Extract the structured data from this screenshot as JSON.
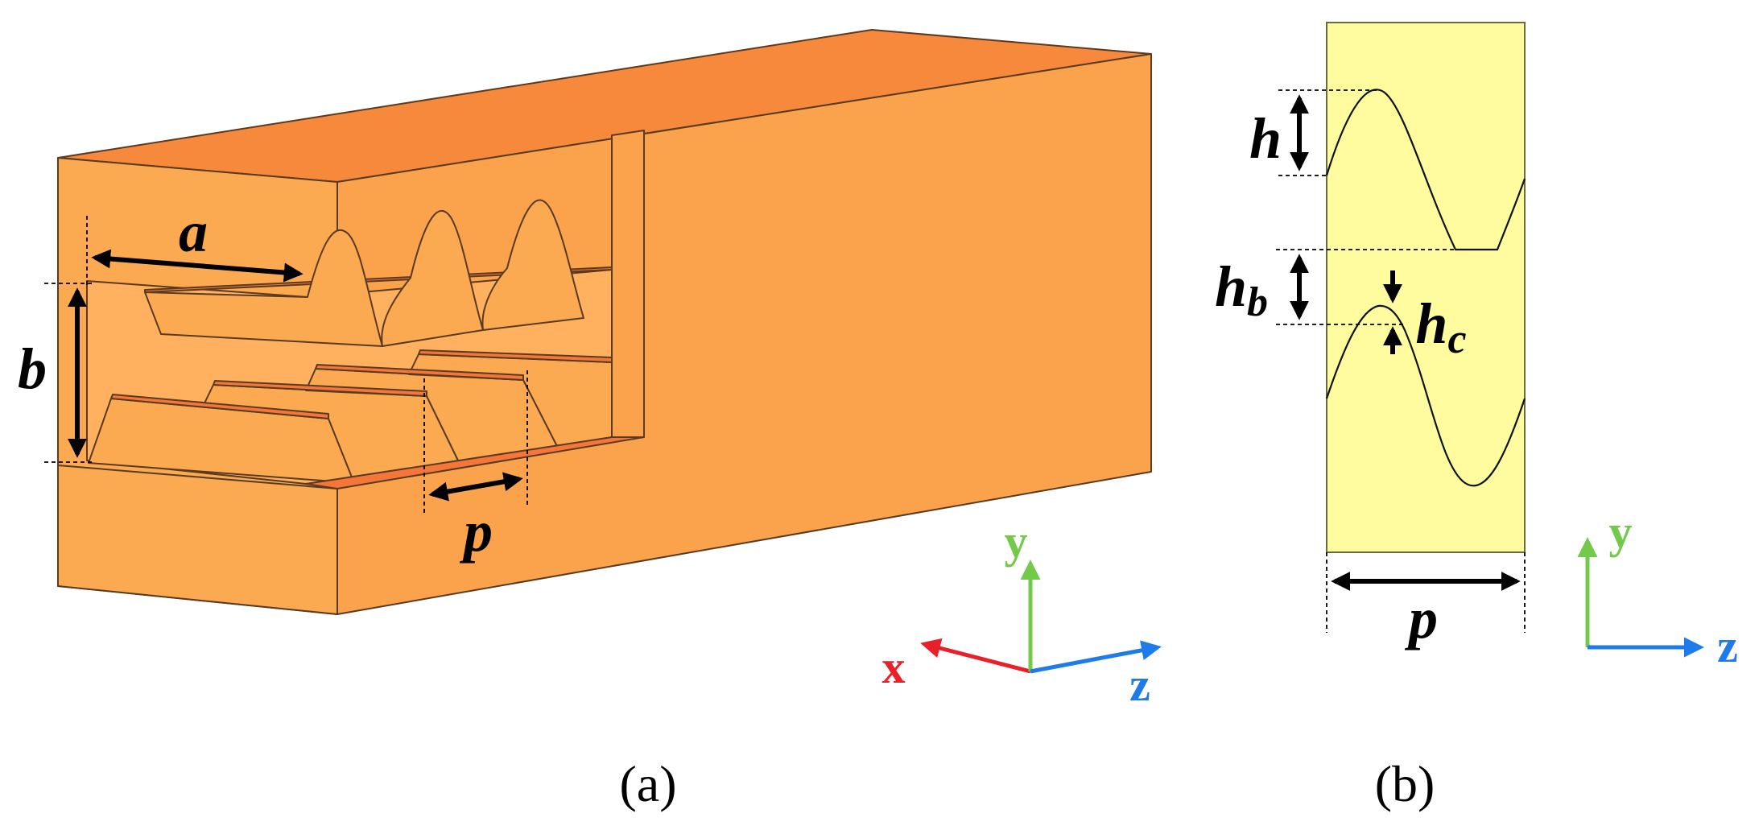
{
  "panel_a": {
    "labels": {
      "a": "a",
      "b": "b",
      "p": "p"
    },
    "axes": {
      "x": "x",
      "y": "y",
      "z": "z"
    },
    "caption": "(a)"
  },
  "panel_b": {
    "labels": {
      "h": "h",
      "hb_main": "h",
      "hb_sub": "b",
      "hc_main": "h",
      "hc_sub": "c",
      "p": "p"
    },
    "axes": {
      "y": "y",
      "z": "z"
    },
    "caption": "(b)"
  },
  "colors": {
    "copper_top": "#F7893C",
    "copper_side": "#FBA24C",
    "copper_front": "#FBAA52",
    "copper_inner": "#FFB160",
    "copper_ridge": "#F4763A",
    "cell_fill": "#FEFC9E",
    "axis_x": "#E8202A",
    "axis_y": "#73C94A",
    "axis_z": "#1F7BEA"
  }
}
